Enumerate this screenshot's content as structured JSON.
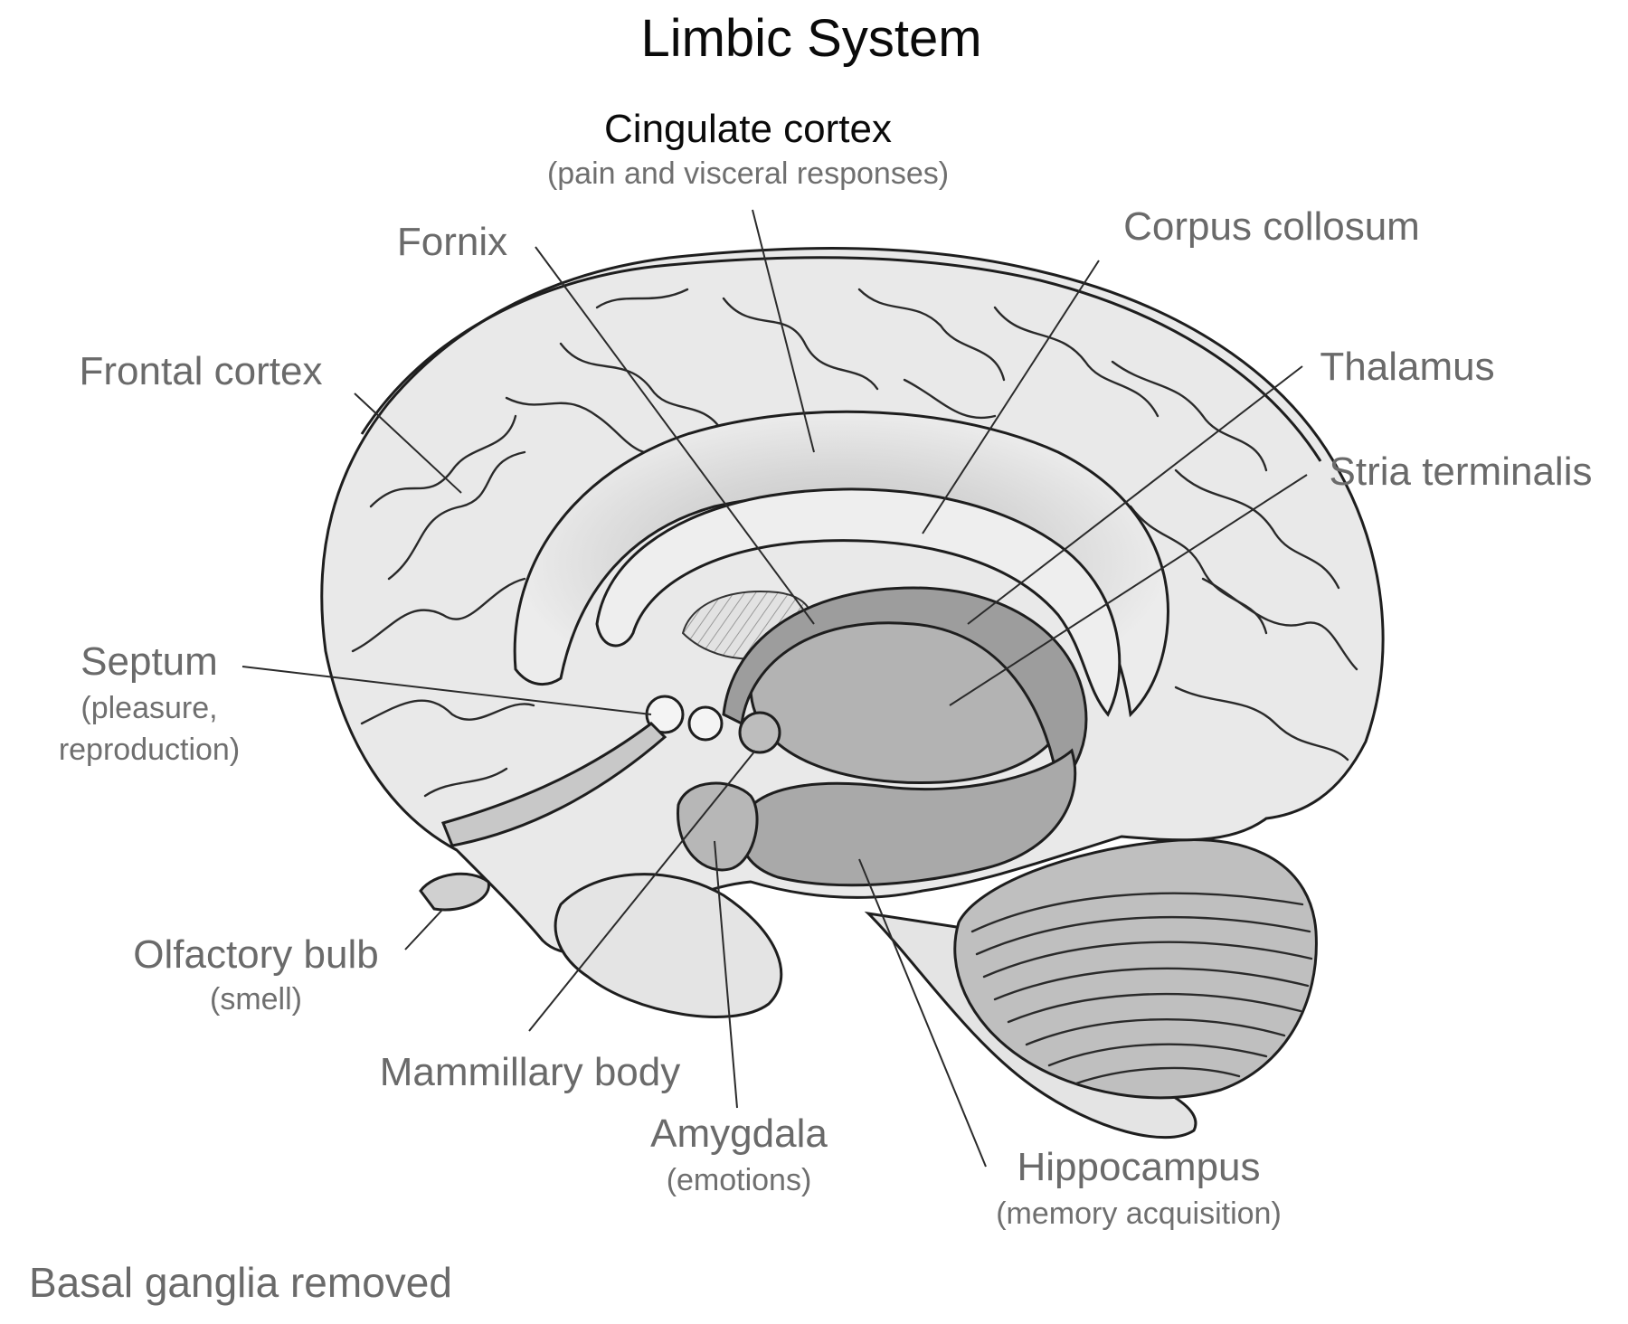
{
  "title": "Limbic System",
  "footer_note": "Basal ganglia removed",
  "labels": {
    "cingulate_cortex": {
      "name": "Cingulate cortex",
      "function": "(pain and visceral responses)"
    },
    "fornix": {
      "name": "Fornix"
    },
    "corpus_collosum": {
      "name": "Corpus collosum"
    },
    "frontal_cortex": {
      "name": "Frontal cortex"
    },
    "thalamus": {
      "name": "Thalamus"
    },
    "stria_terminalis": {
      "name": "Stria terminalis"
    },
    "septum": {
      "name": "Septum",
      "function_line1": "(pleasure,",
      "function_line2": "reproduction)"
    },
    "olfactory_bulb": {
      "name": "Olfactory bulb",
      "function": "(smell)"
    },
    "mammillary_body": {
      "name": "Mammillary body"
    },
    "amygdala": {
      "name": "Amygdala",
      "function": "(emotions)"
    },
    "hippocampus": {
      "name": "Hippocampus",
      "function": "(memory acquisition)"
    }
  },
  "colors": {
    "brain_fill": "#e9e9e9",
    "limbic_dark": "#9d9d9d",
    "limbic_mid": "#bdbdbd",
    "outline": "#1e1e1e",
    "label_text": "#6a6a6a",
    "title_text": "#0a0a0a"
  }
}
